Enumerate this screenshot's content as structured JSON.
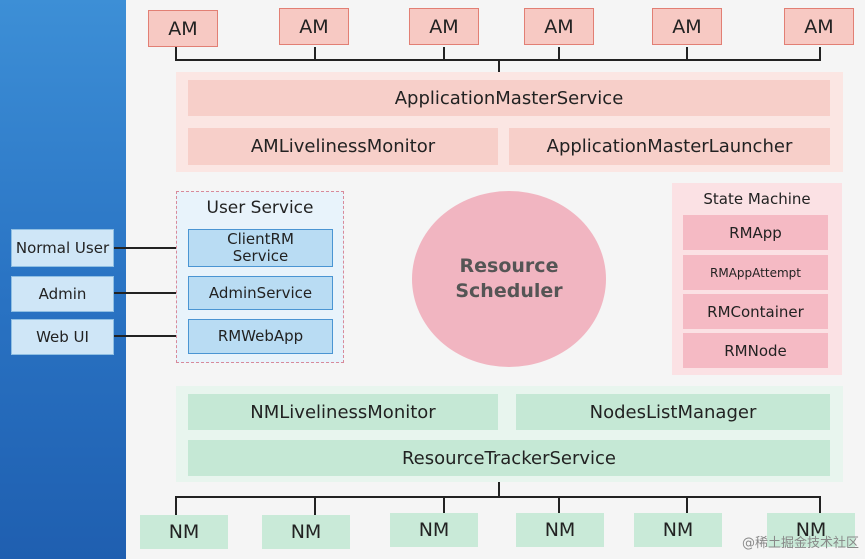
{
  "am_nodes": [
    "AM",
    "AM",
    "AM",
    "AM",
    "AM",
    "AM"
  ],
  "application_master_service": "ApplicationMasterService",
  "am_liveliness_monitor": "AMLivelinessMonitor",
  "application_master_launcher": "ApplicationMasterLauncher",
  "user_service": {
    "title": "User Service",
    "items": [
      "ClientRM Service",
      "AdminService",
      "RMWebApp"
    ]
  },
  "clients": [
    "Normal User",
    "Admin",
    "Web UI"
  ],
  "resource_scheduler": "Resource Scheduler",
  "state_machine": {
    "title": "State Machine",
    "items": [
      "RMApp",
      "RMAppAttempt",
      "RMContainer",
      "RMNode"
    ]
  },
  "nm_liveliness_monitor": "NMLivelinessMonitor",
  "nodes_list_manager": "NodesListManager",
  "resource_tracker_service": "ResourceTrackerService",
  "nm_nodes": [
    "NM",
    "NM",
    "NM",
    "NM",
    "NM",
    "NM"
  ],
  "watermark": "@稀土掘金技术社区",
  "colors": {
    "am_fill": "#f7c9c3",
    "nm_fill": "#c9ead8",
    "user_service_fill": "#e8f3fb",
    "scheduler_fill": "#f1b5c1",
    "left_panel": "#2a74c4"
  }
}
